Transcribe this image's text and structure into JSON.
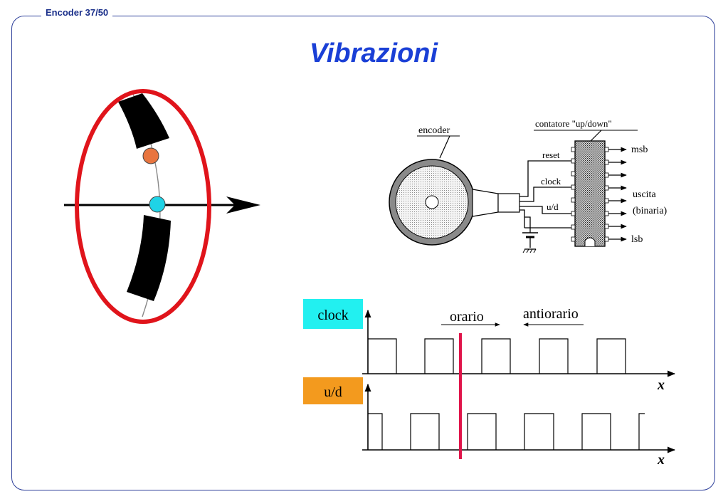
{
  "header": {
    "slide_label": "Encoder 37/50"
  },
  "title": "Vibrazioni",
  "circuit": {
    "encoder_label": "encoder",
    "counter_label": "contatore \"up/down\"",
    "inputs": [
      "reset",
      "clock",
      "u/d"
    ],
    "outputs": {
      "msb": "msb",
      "uscita": "uscita",
      "binaria": "(binaria)",
      "lsb": "lsb"
    }
  },
  "timing": {
    "clock_label": "clock",
    "ud_label": "u/d",
    "direction_cw": "orario",
    "direction_ccw": "antiorario",
    "axis_label": "x"
  },
  "colors": {
    "frame": "#2d3f9a",
    "title": "#1a3fd6",
    "ellipse": "#e0141b",
    "orange_dot": "#e8753f",
    "cyan_dot": "#1fd3e6",
    "clock_box": "#22f0f0",
    "ud_box": "#f39a1e",
    "marker_line": "#e0144a"
  }
}
